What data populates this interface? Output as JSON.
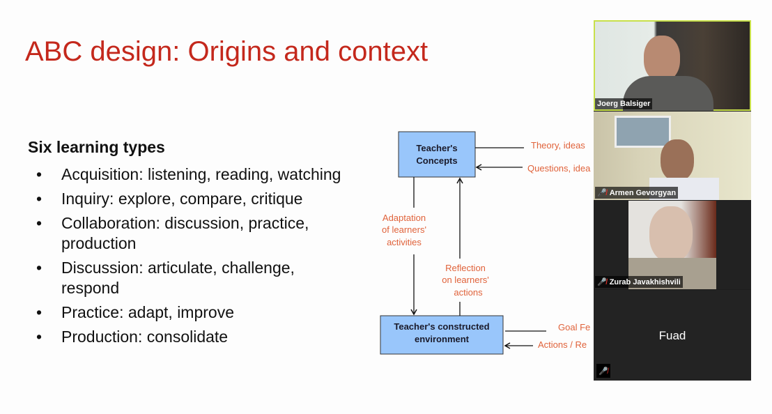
{
  "slide": {
    "title": "ABC design: Origins and context",
    "subheading": "Six learning types",
    "bullet_glyph": "•",
    "items": [
      "Acquisition: listening, reading, watching",
      "Inquiry: explore, compare, critique",
      "Collaboration: discussion, practice, production",
      "Discussion: articulate, challenge, respond",
      "Practice: adapt, improve",
      "Production: consolidate"
    ]
  },
  "diagram": {
    "box_top": [
      "Teacher's",
      "Concepts"
    ],
    "box_bottom": [
      "Teacher's constructed",
      "environment"
    ],
    "theory": "Theory, ideas",
    "questions": "Questions, idea",
    "adaptation": [
      "Adaptation",
      "of learners'",
      "activities"
    ],
    "reflection": [
      "Reflection",
      "on learners'",
      "actions"
    ],
    "goal": "Goal Fe",
    "actions": "Actions / Re"
  },
  "participants": [
    {
      "name": "Joerg Balsiger",
      "muted": false,
      "active": true
    },
    {
      "name": "Armen Gevorgyan",
      "muted": true
    },
    {
      "name": "Zurab Javakhishvili",
      "muted": true
    },
    {
      "name": "Fuad",
      "muted": true
    }
  ],
  "colors": {
    "title": "#c4281c",
    "accent_border": "#c8e04a",
    "diagram_label": "#e0623a",
    "box_fill": "#99c6fb"
  }
}
